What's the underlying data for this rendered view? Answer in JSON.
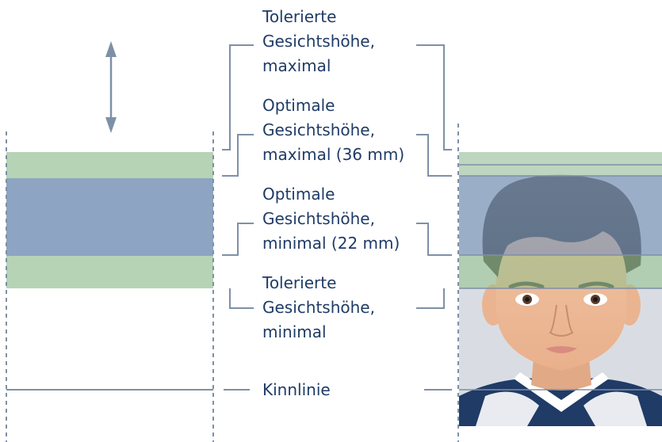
{
  "labels": {
    "tolerated_max": [
      "Tolerierte",
      "Gesichtshöhe,",
      "maximal"
    ],
    "optimal_max": [
      "Optimale",
      "Gesichtshöhe,",
      "maximal (36 mm)"
    ],
    "optimal_min": [
      "Optimale",
      "Gesichtshöhe,",
      "minimal (22 mm)"
    ],
    "tolerated_min": [
      "Tolerierte",
      "Gesichtshöhe,",
      "minimal"
    ],
    "chin_line": "Kinnlinie"
  },
  "colors": {
    "text": "#1f3b66",
    "lines": "#7e90a6",
    "tolerance_band": "#b7d3b5",
    "optimal_band": "#8da5c2",
    "photo_background": "#d9dde3"
  },
  "icons": {
    "arrow": "double-headed-vertical-arrow"
  }
}
